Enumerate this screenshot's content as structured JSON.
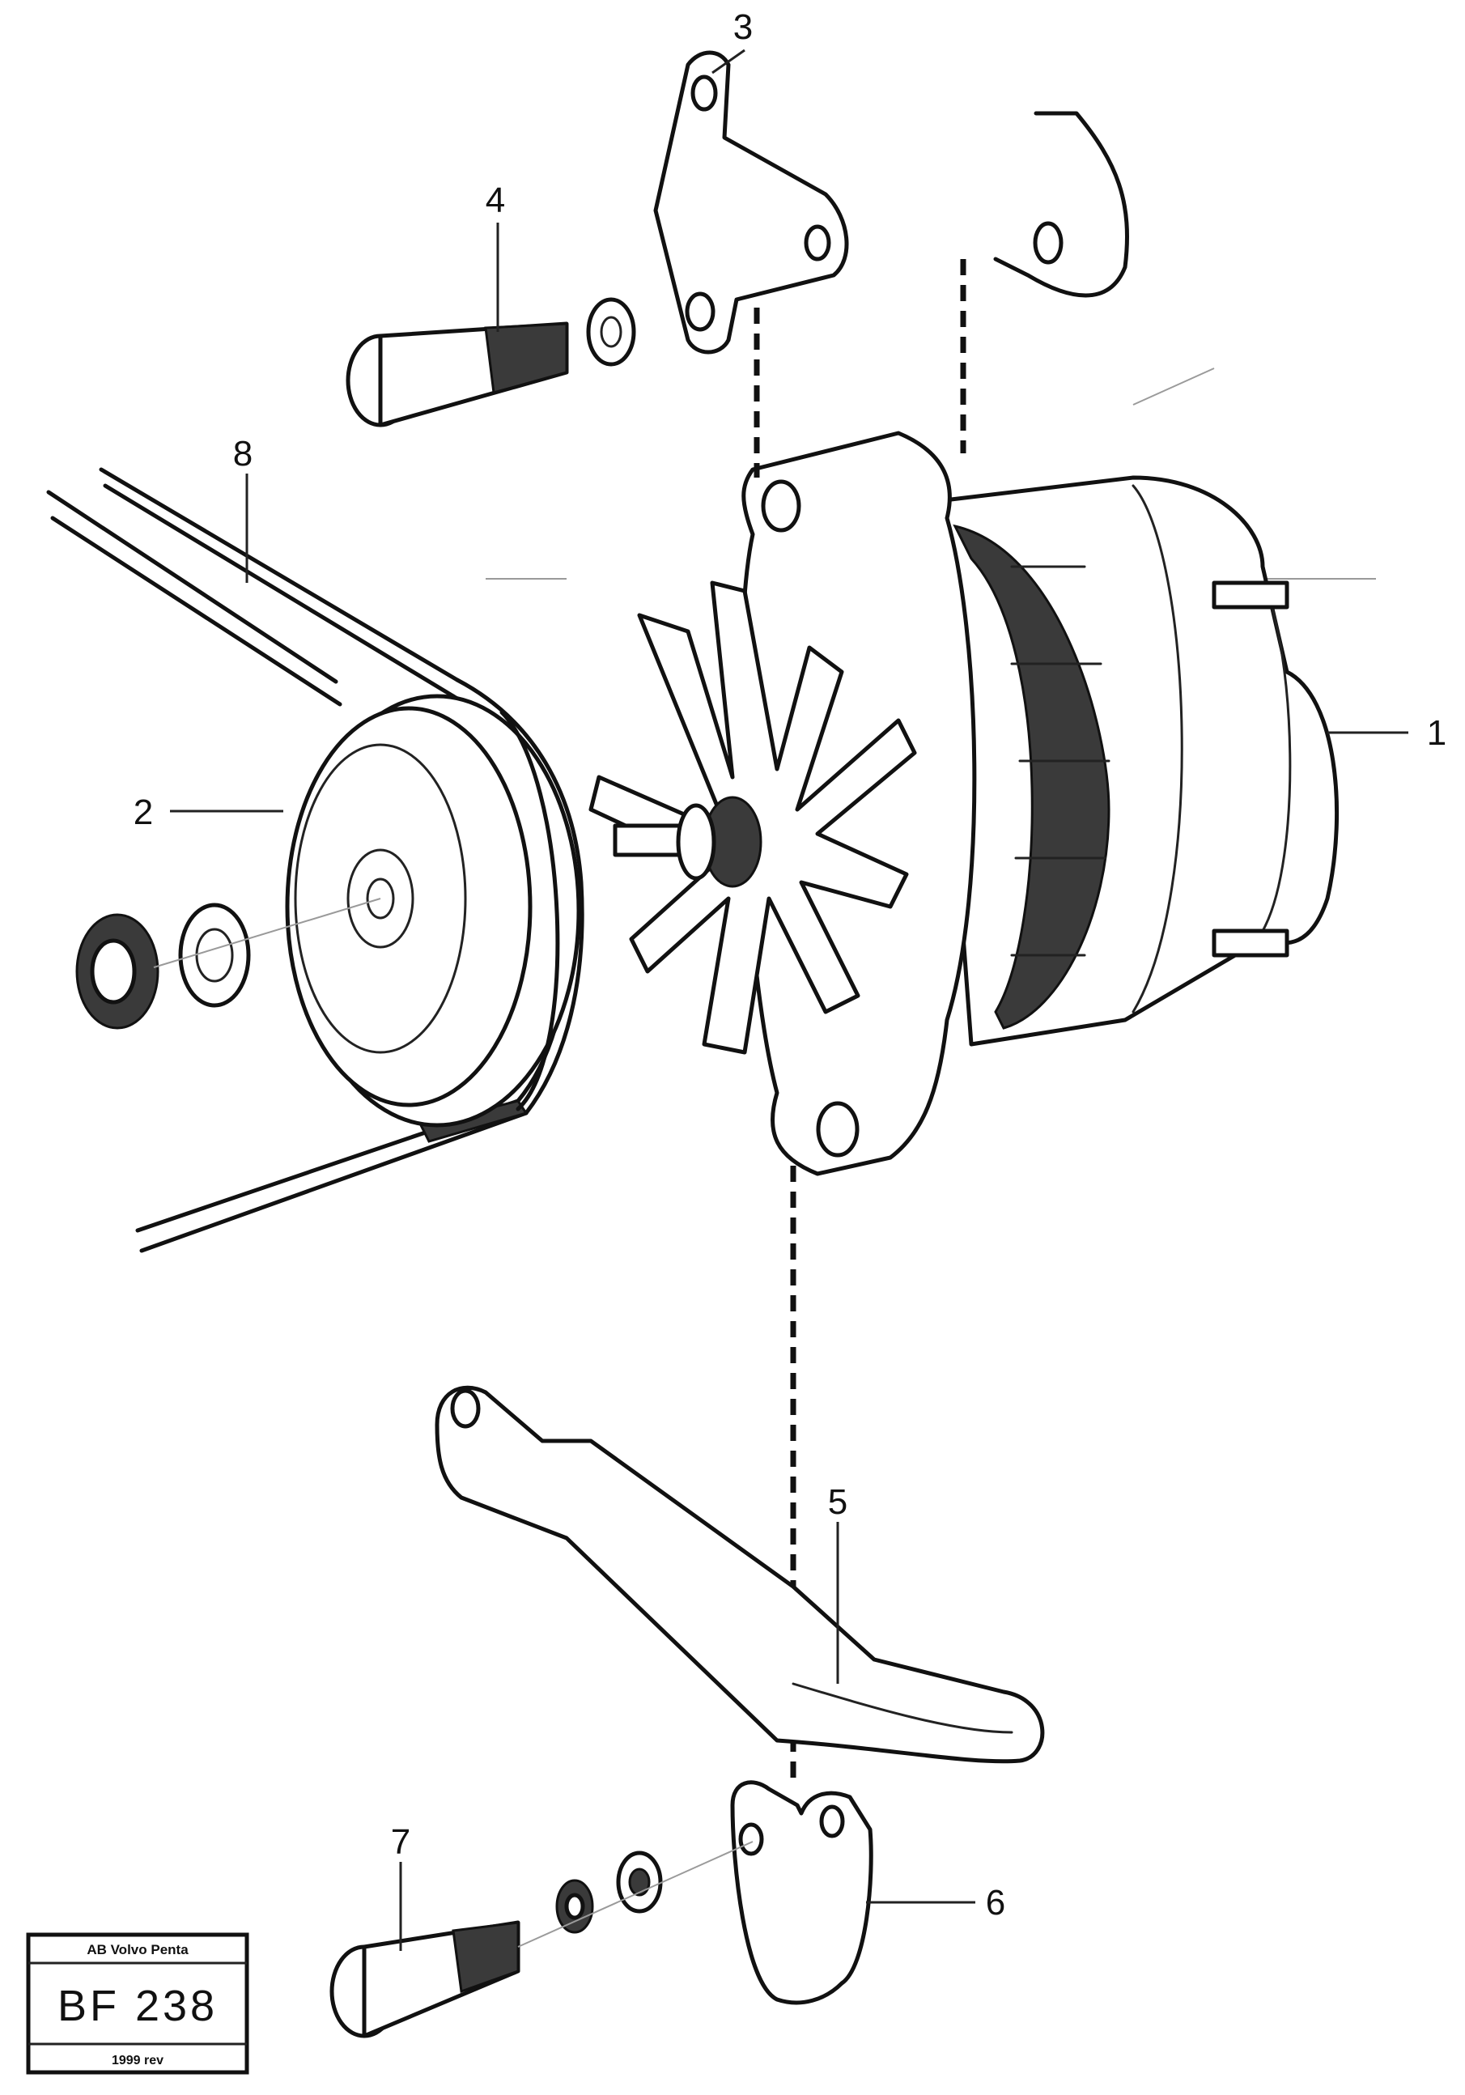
{
  "callouts": [
    {
      "number": "1",
      "part": "alternator"
    },
    {
      "number": "2",
      "part": "pulley"
    },
    {
      "number": "3",
      "part": "upper-bracket"
    },
    {
      "number": "4",
      "part": "upper-bolt"
    },
    {
      "number": "5",
      "part": "tensioner-bar"
    },
    {
      "number": "6",
      "part": "lower-bracket"
    },
    {
      "number": "7",
      "part": "lower-bolt"
    },
    {
      "number": "8",
      "part": "v-belt"
    }
  ],
  "stamp": {
    "header": "AB Volvo Penta",
    "code": "BF 238",
    "footer": "1999 rev"
  }
}
